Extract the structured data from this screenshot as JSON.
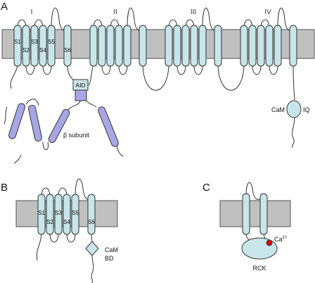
{
  "panels": {
    "A": {
      "letter": "A",
      "domains": [
        "I",
        "II",
        "III",
        "IV"
      ],
      "segment_labels": [
        "S1",
        "S2",
        "S3",
        "S4",
        "S5",
        "S6"
      ],
      "aid_label": "AID",
      "beta_label": "β subunit",
      "cam_label": "CaM",
      "iq_label": "IQ"
    },
    "B": {
      "letter": "B",
      "segment_labels": [
        "S1",
        "S2",
        "S3",
        "S4",
        "S5",
        "S6"
      ],
      "cambd_line1": "CaM",
      "cambd_line2": "BD"
    },
    "C": {
      "letter": "C",
      "ca_label": "Ca",
      "ca_charge": "2+",
      "rck_label": "RCK"
    }
  },
  "colors": {
    "membrane": "#c0c0c0",
    "helix": "#c8e6ea",
    "beta_helix": "#a9a6e6",
    "calcium": "#e00000",
    "stroke": "#333333"
  }
}
